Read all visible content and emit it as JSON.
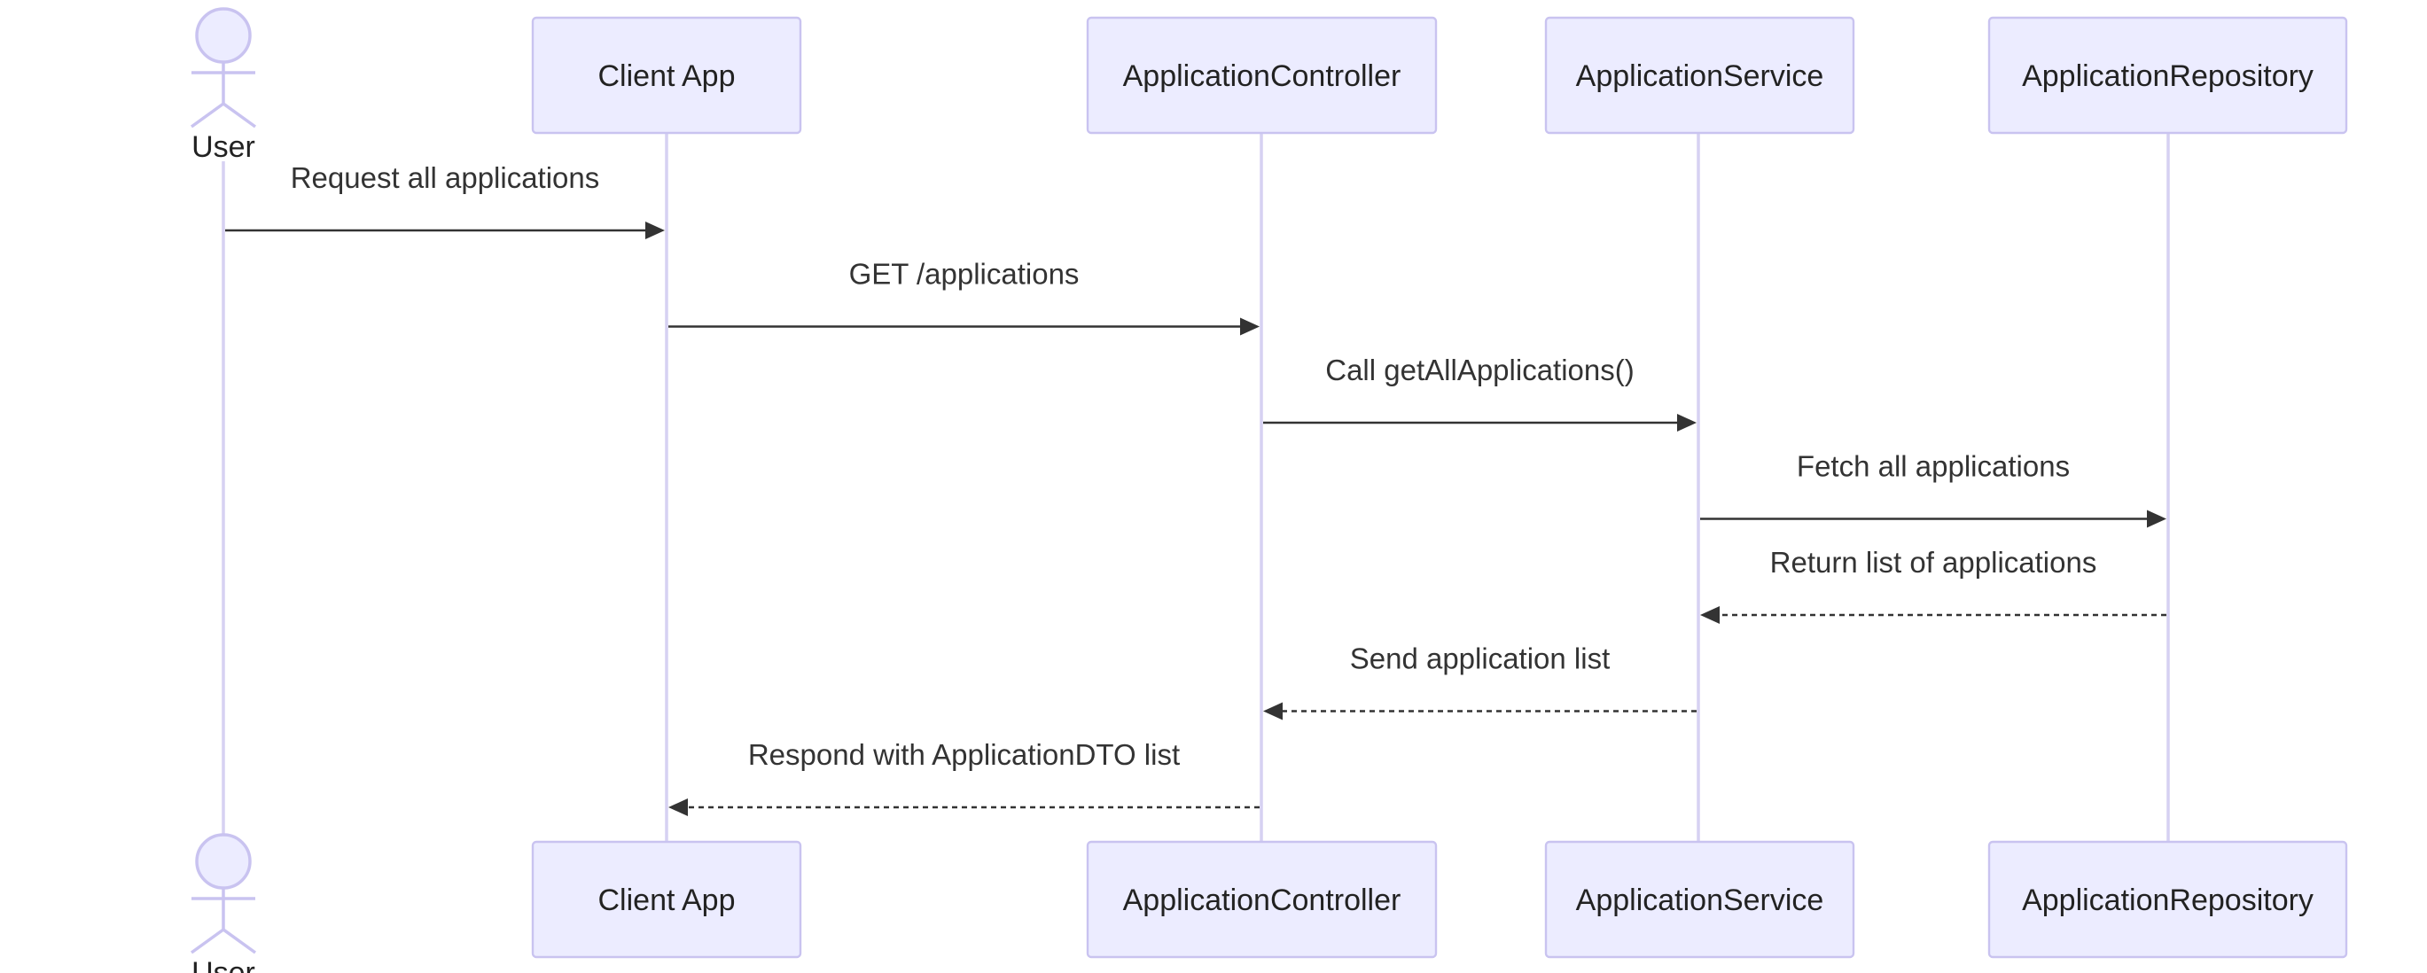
{
  "diagram": {
    "type": "sequence",
    "participants": [
      {
        "id": "user",
        "label": "User",
        "kind": "actor"
      },
      {
        "id": "client",
        "label": "Client App",
        "kind": "box"
      },
      {
        "id": "controller",
        "label": "ApplicationController",
        "kind": "box"
      },
      {
        "id": "service",
        "label": "ApplicationService",
        "kind": "box"
      },
      {
        "id": "repository",
        "label": "ApplicationRepository",
        "kind": "box"
      }
    ],
    "messages": [
      {
        "from": "user",
        "to": "client",
        "label": "Request all applications",
        "style": "solid"
      },
      {
        "from": "client",
        "to": "controller",
        "label": "GET /applications",
        "style": "solid"
      },
      {
        "from": "controller",
        "to": "service",
        "label": "Call getAllApplications()",
        "style": "solid"
      },
      {
        "from": "service",
        "to": "repository",
        "label": "Fetch all applications",
        "style": "solid"
      },
      {
        "from": "repository",
        "to": "service",
        "label": "Return list of applications",
        "style": "dashed"
      },
      {
        "from": "service",
        "to": "controller",
        "label": "Send application list",
        "style": "dashed"
      },
      {
        "from": "controller",
        "to": "client",
        "label": "Respond with ApplicationDTO list",
        "style": "dashed"
      }
    ],
    "colors": {
      "box_fill": "#ECECFF",
      "box_stroke": "#C9C3F0",
      "lifeline": "#D6D1F2",
      "arrow": "#333333",
      "text": "#222222"
    }
  }
}
